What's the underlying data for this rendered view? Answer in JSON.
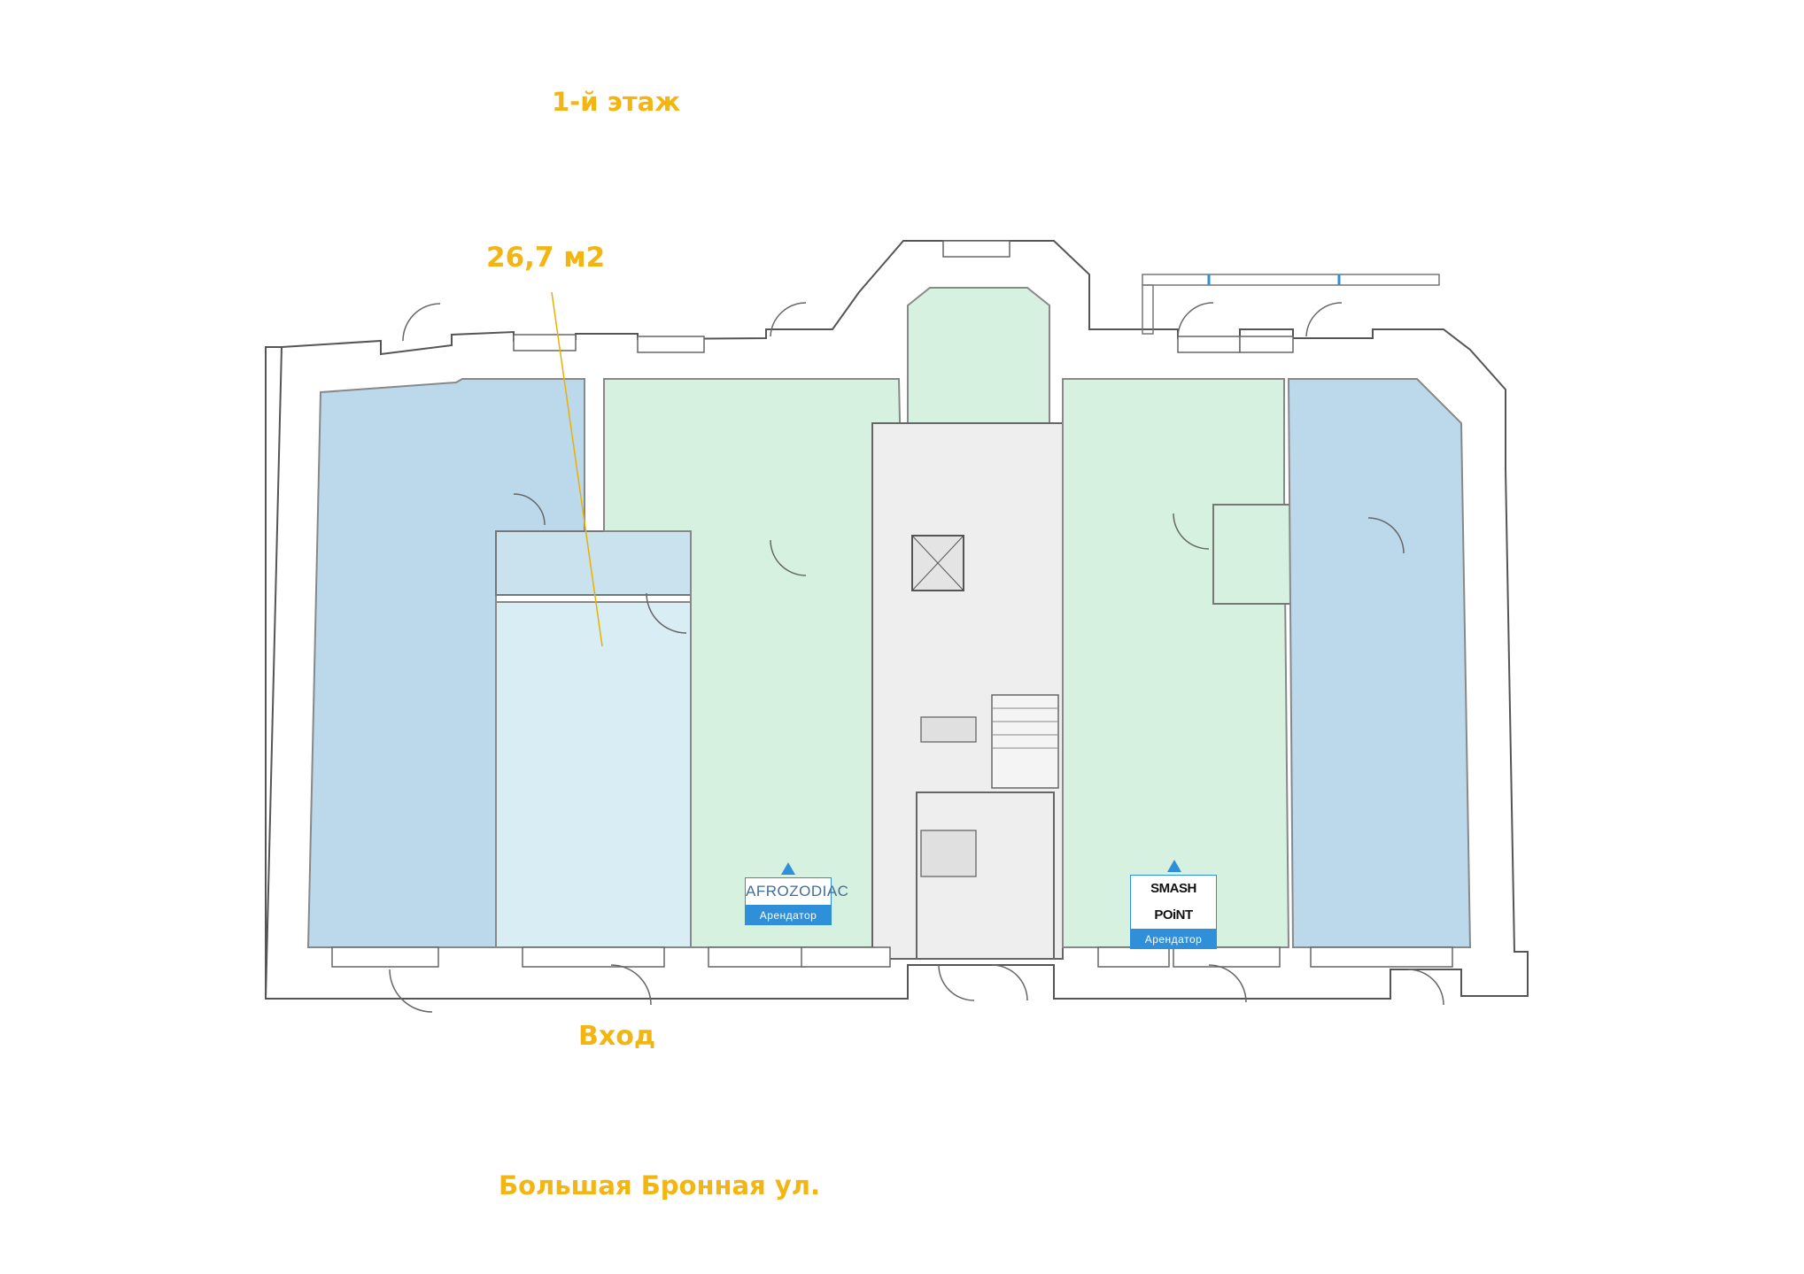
{
  "labels": {
    "floor": "1-й этаж",
    "area": "26,7 м2",
    "entry": "Вход",
    "street": "Большая Бронная ул."
  },
  "tenants": [
    {
      "logo": "AFROZODIAC",
      "role": "Арендатор"
    },
    {
      "logo": "SMASH POiNT",
      "role": "Арендатор"
    }
  ],
  "colors": {
    "label": "#f2b511",
    "unit_blue": "#bcd9ec",
    "unit_light": "#d8eef4",
    "unit_green": "#d6f1df",
    "common": "#eeeeee",
    "badge": "#2f8fd9"
  }
}
